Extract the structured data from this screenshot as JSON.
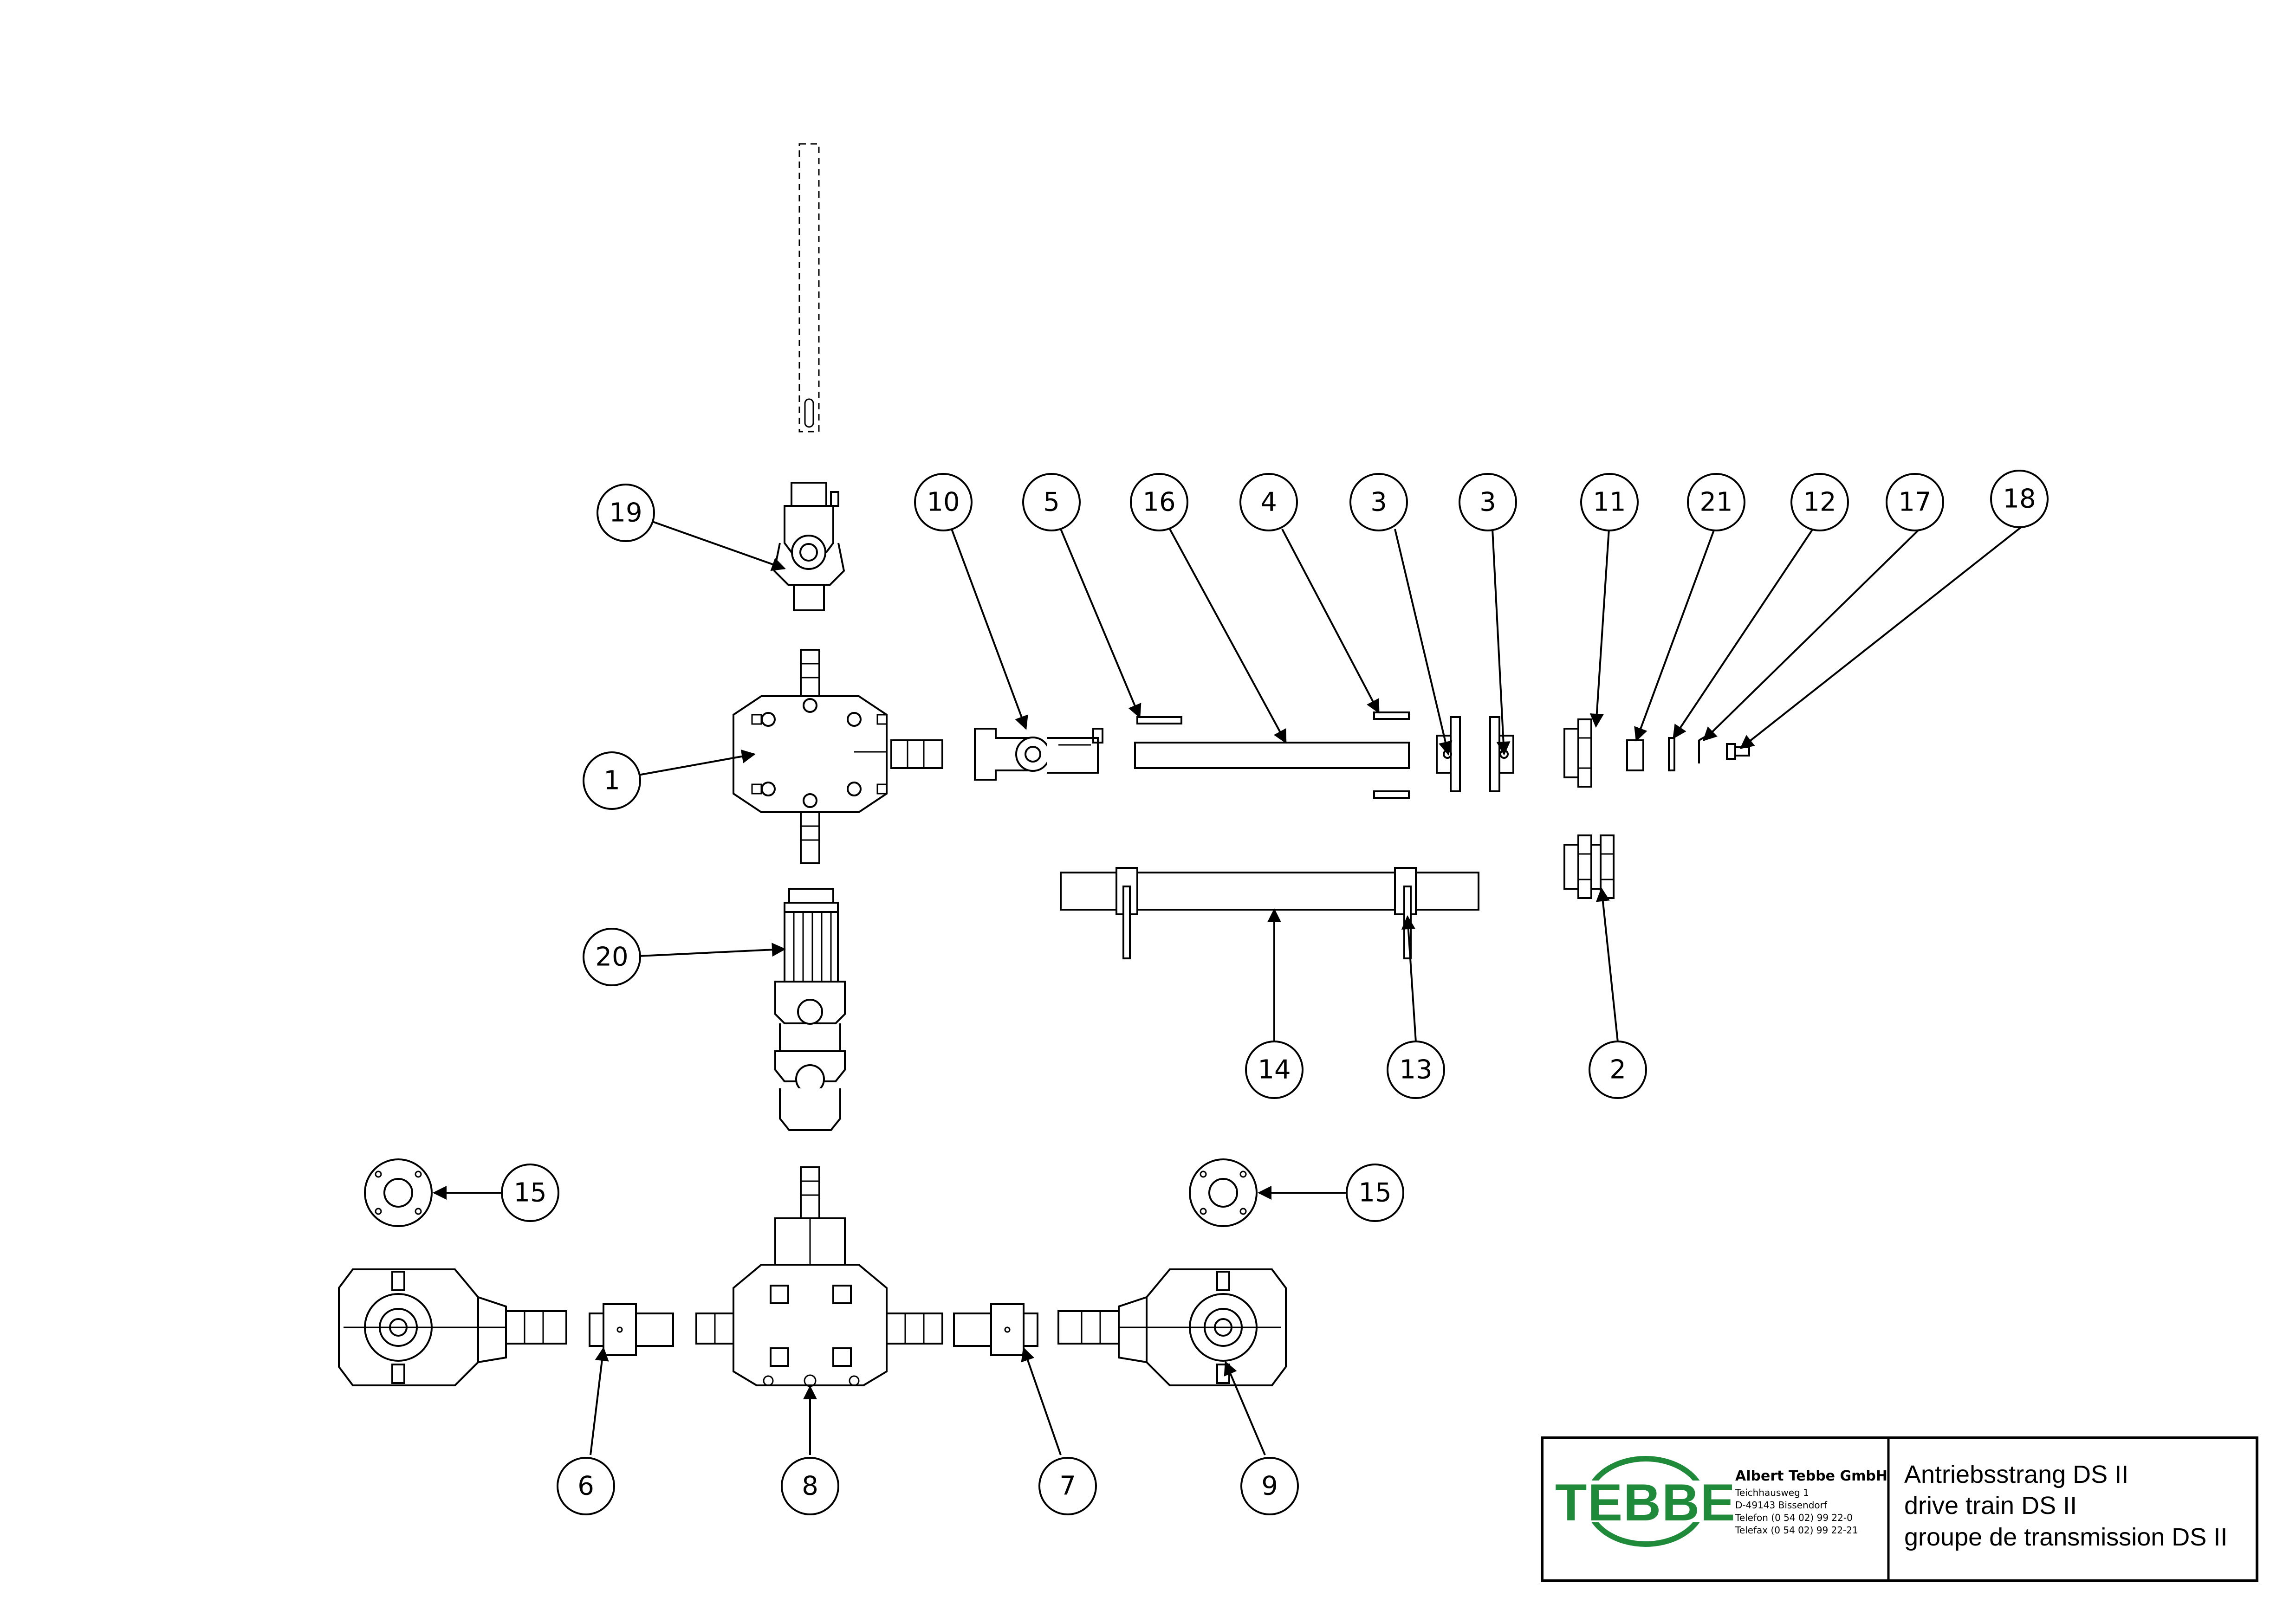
{
  "title_block": {
    "logo_text": "TEBBE",
    "company": "Albert Tebbe GmbH",
    "address_lines": [
      "Teichhausweg 1",
      "D-49143 Bissendorf",
      "Telefon (0 54 02) 99 22-0",
      "Telefax (0 54 02) 99 22-21"
    ],
    "title_lines": [
      "Antriebsstrang DS II",
      "drive train DS II",
      "groupe de transmission DS II"
    ]
  },
  "balloons": [
    {
      "id": "b19",
      "label": "19"
    },
    {
      "id": "b1",
      "label": "1"
    },
    {
      "id": "b20",
      "label": "20"
    },
    {
      "id": "b10",
      "label": "10"
    },
    {
      "id": "b5",
      "label": "5"
    },
    {
      "id": "b16",
      "label": "16"
    },
    {
      "id": "b4",
      "label": "4"
    },
    {
      "id": "b3a",
      "label": "3"
    },
    {
      "id": "b3b",
      "label": "3"
    },
    {
      "id": "b11",
      "label": "11"
    },
    {
      "id": "b21",
      "label": "21"
    },
    {
      "id": "b12",
      "label": "12"
    },
    {
      "id": "b17",
      "label": "17"
    },
    {
      "id": "b18",
      "label": "18"
    },
    {
      "id": "b14",
      "label": "14"
    },
    {
      "id": "b13",
      "label": "13"
    },
    {
      "id": "b2",
      "label": "2"
    },
    {
      "id": "b15a",
      "label": "15"
    },
    {
      "id": "b15b",
      "label": "15"
    },
    {
      "id": "b6",
      "label": "6"
    },
    {
      "id": "b8",
      "label": "8"
    },
    {
      "id": "b7",
      "label": "7"
    },
    {
      "id": "b9",
      "label": "9"
    }
  ]
}
